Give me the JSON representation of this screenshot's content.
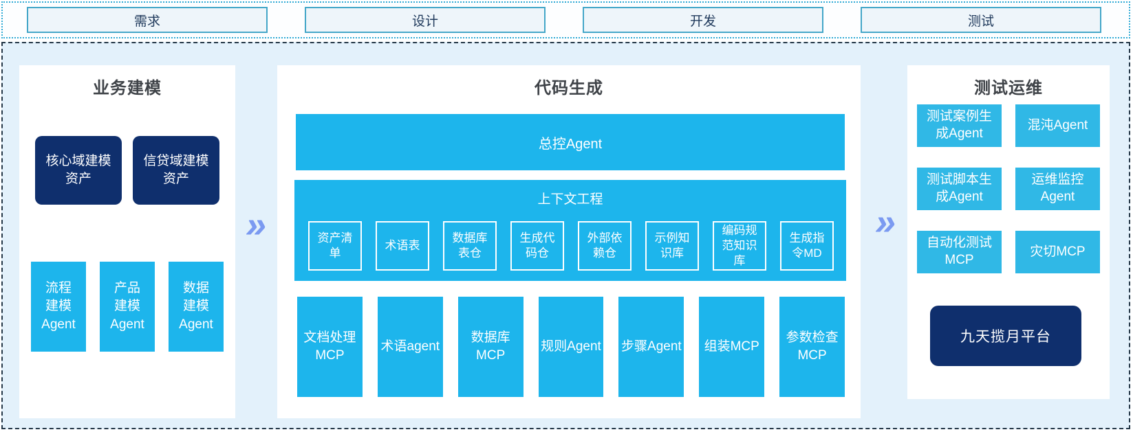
{
  "colors": {
    "cyan_mid": "#1db5ec",
    "cyan_right": "#30b8e6",
    "navy": "#0f2f6d",
    "chevron": "#7b9af1",
    "container_bg": "#e3f1fb",
    "container_border": "#233646",
    "strip_border": "#2faad5",
    "phase_bg": "#eef5fa",
    "phase_border": "#43a6c8",
    "phase_text": "#203a5c",
    "title_text": "#3f4348"
  },
  "icons": {
    "double_chevron": "»"
  },
  "phases": [
    "需求",
    "设计",
    "开发",
    "测试"
  ],
  "left_panel": {
    "title": "业务建模",
    "asset_boxes": [
      "核心域建模\n资产",
      "信贷域建模\n资产"
    ],
    "agent_boxes": [
      "流程\n建模\nAgent",
      "产品\n建模\nAgent",
      "数据\n建模\nAgent"
    ]
  },
  "middle_panel": {
    "title": "代码生成",
    "master_agent": "总控Agent",
    "context_section": {
      "title": "上下文工程",
      "items": [
        "资产清\n单",
        "术语表",
        "数据库\n表仓",
        "生成代\n码仓",
        "外部依\n赖仓",
        "示例知\n识库",
        "编码规\n范知识\n库",
        "生成指\n令MD"
      ]
    },
    "tool_boxes": [
      "文档处理\nMCP",
      "术语agent",
      "数据库\nMCP",
      "规则Agent",
      "步骤Agent",
      "组装MCP",
      "参数检查\nMCP"
    ]
  },
  "right_panel": {
    "title": "测试运维",
    "boxes": [
      "测试案例生\n成Agent",
      "混沌Agent",
      "测试脚本生\n成Agent",
      "运维监控\nAgent",
      "自动化测试\nMCP",
      "灾切MCP"
    ],
    "platform_box": "九天揽月平台"
  }
}
